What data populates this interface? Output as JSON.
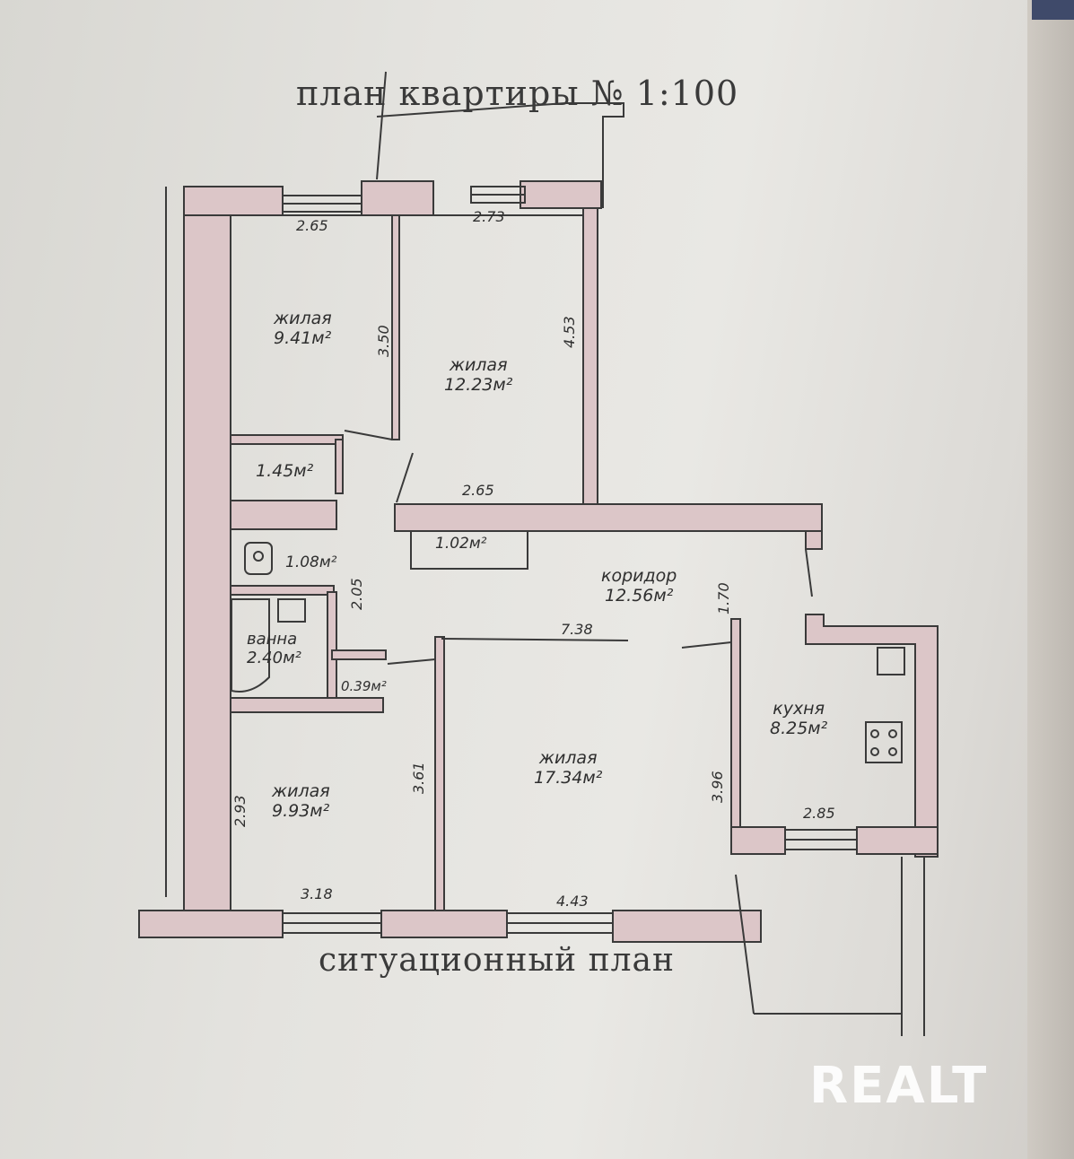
{
  "header": {
    "title": "план квартиры № 1:100"
  },
  "footer": {
    "subtitle": "ситуационный план"
  },
  "rooms": [
    {
      "id": "bedroom-1",
      "name": "жилая",
      "area": "9.41м²"
    },
    {
      "id": "bedroom-2",
      "name": "жилая",
      "area": "12.23м²"
    },
    {
      "id": "storage-1",
      "name": "",
      "area": "1.45м²"
    },
    {
      "id": "wc",
      "name": "",
      "area": "1.08м²"
    },
    {
      "id": "closet",
      "name": "",
      "area": "1.02м²"
    },
    {
      "id": "corridor",
      "name": "коридор",
      "area": "12.56м²"
    },
    {
      "id": "bathroom",
      "name": "ванна",
      "area": "2.40м²"
    },
    {
      "id": "storage-2",
      "name": "",
      "area": "0.39м²"
    },
    {
      "id": "living-room",
      "name": "жилая",
      "area": "17.34м²"
    },
    {
      "id": "kitchen",
      "name": "кухня",
      "area": "8.25м²"
    },
    {
      "id": "bedroom-3",
      "name": "жилая",
      "area": "9.93м²"
    }
  ],
  "dimensions": {
    "window_1": "2.65",
    "window_2": "2.73",
    "bedroom_1_depth": "3.50",
    "bedroom_2_depth": "4.53",
    "bedroom_2_wall": "2.65",
    "wc_depth": "2.05",
    "corridor_depth": "1.70",
    "living_wall": "7.38",
    "living_depth": "3.61",
    "kitchen_depth": "3.96",
    "kitchen_width": "2.85",
    "bedroom_3_depth": "2.93",
    "bedroom_3_width": "3.18",
    "living_width": "4.43"
  },
  "watermark": {
    "text": "REALT"
  },
  "colors": {
    "wall_fill": "#dcc6c8",
    "ink": "#2f2f2f",
    "paper": "#e4e3df"
  }
}
